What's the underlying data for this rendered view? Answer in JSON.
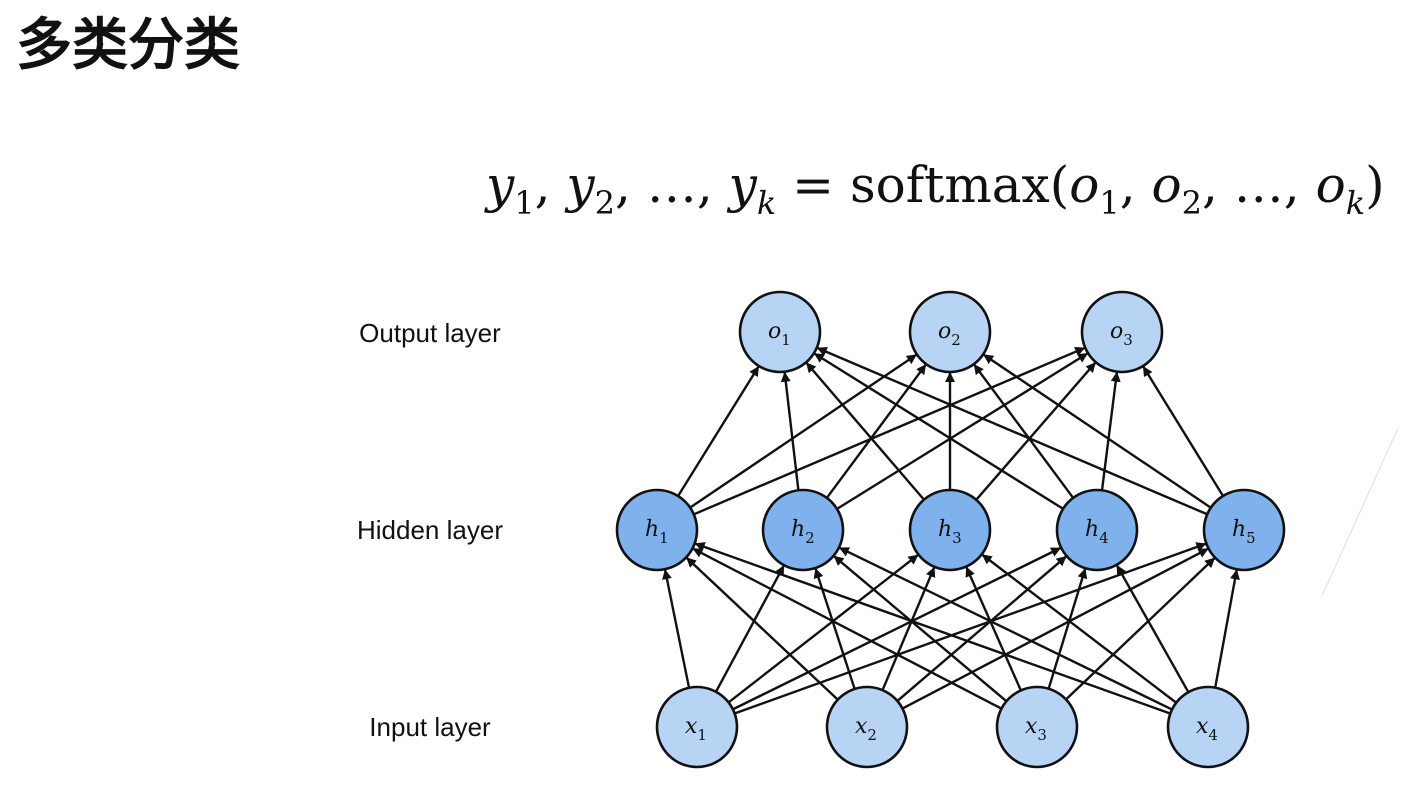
{
  "title": "多类分类",
  "formula": {
    "lhs": [
      {
        "base": "y",
        "sub": "1"
      },
      {
        "base": "y",
        "sub": "2"
      },
      {
        "ellipsis": "…"
      },
      {
        "base": "y",
        "sub": "k",
        "sub_italic": true
      }
    ],
    "equals": "=",
    "function": "softmax",
    "rhs": [
      {
        "base": "o",
        "sub": "1"
      },
      {
        "base": "o",
        "sub": "2"
      },
      {
        "ellipsis": "…"
      },
      {
        "base": "o",
        "sub": "k",
        "sub_italic": true
      }
    ]
  },
  "network": {
    "layers": [
      {
        "id": "output",
        "label": "Output layer",
        "nodes": [
          {
            "base": "o",
            "sub": "1"
          },
          {
            "base": "o",
            "sub": "2"
          },
          {
            "base": "o",
            "sub": "3"
          }
        ]
      },
      {
        "id": "hidden",
        "label": "Hidden layer",
        "nodes": [
          {
            "base": "h",
            "sub": "1"
          },
          {
            "base": "h",
            "sub": "2"
          },
          {
            "base": "h",
            "sub": "3"
          },
          {
            "base": "h",
            "sub": "4"
          },
          {
            "base": "h",
            "sub": "5"
          }
        ]
      },
      {
        "id": "input",
        "label": "Input layer",
        "nodes": [
          {
            "base": "x",
            "sub": "1"
          },
          {
            "base": "x",
            "sub": "2"
          },
          {
            "base": "x",
            "sub": "3"
          },
          {
            "base": "x",
            "sub": "4"
          }
        ]
      }
    ],
    "connections": "fully-connected",
    "colors": {
      "output_fill": "#b8d4f4",
      "hidden_fill": "#7fb1ec",
      "input_fill": "#b8d4f4",
      "stroke": "#111111"
    }
  }
}
